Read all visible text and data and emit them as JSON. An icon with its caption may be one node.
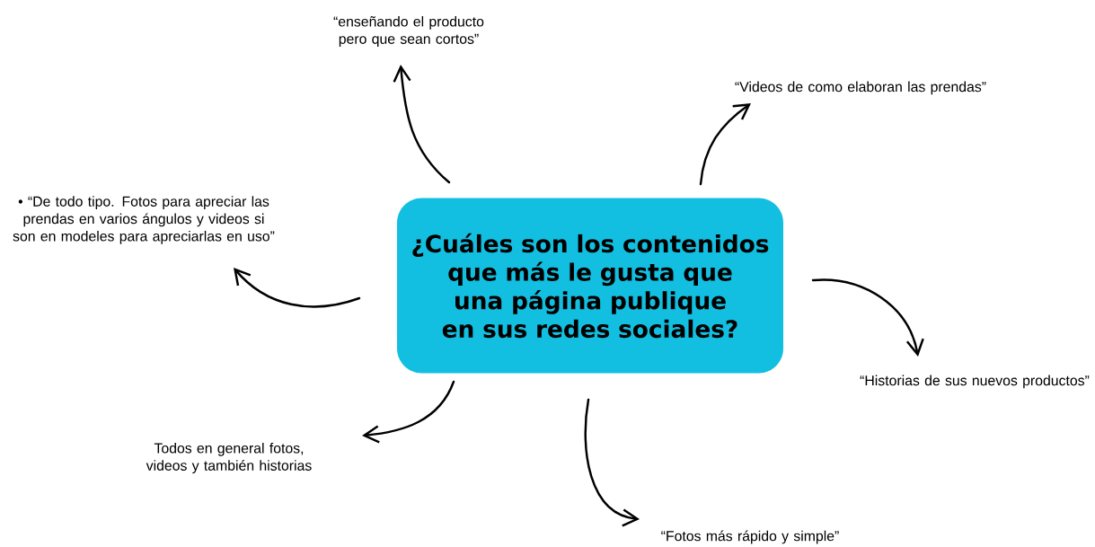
{
  "diagram": {
    "nodes": [
      {
        "text": [
          "¿Cuáles son los contenidos que más le gusta que una página publique en sus redes sociales?"
        ]
      },
      {
        "text": [
          "“enseñando el producto pero que sean cortos”"
        ]
      },
      {
        "text": [
          "“Videos de como elaboran las prendas”"
        ]
      },
      {
        "text": [
          "• “De todo tipo. Fotos para apreciar las prendas en varios ángulos y videos si son en modeles para apreciarlas en uso”"
        ]
      },
      {
        "text": [
          "“Historias de sus nuevos productos”"
        ]
      },
      {
        "text": [
          "Todos en general fotos, videos y también historias"
        ]
      },
      {
        "text": [
          "“Fotos más rápido y simple”"
        ]
      }
    ],
    "edges": [
      {
        "from": 0,
        "to": 1,
        "arrow": "to"
      },
      {
        "from": 0,
        "to": 2,
        "arrow": "to"
      },
      {
        "from": 0,
        "to": 3,
        "arrow": "to"
      },
      {
        "from": 0,
        "to": 4,
        "arrow": "to"
      },
      {
        "from": 0,
        "to": 5,
        "arrow": "to"
      },
      {
        "from": 0,
        "to": 6,
        "arrow": "to"
      }
    ]
  }
}
